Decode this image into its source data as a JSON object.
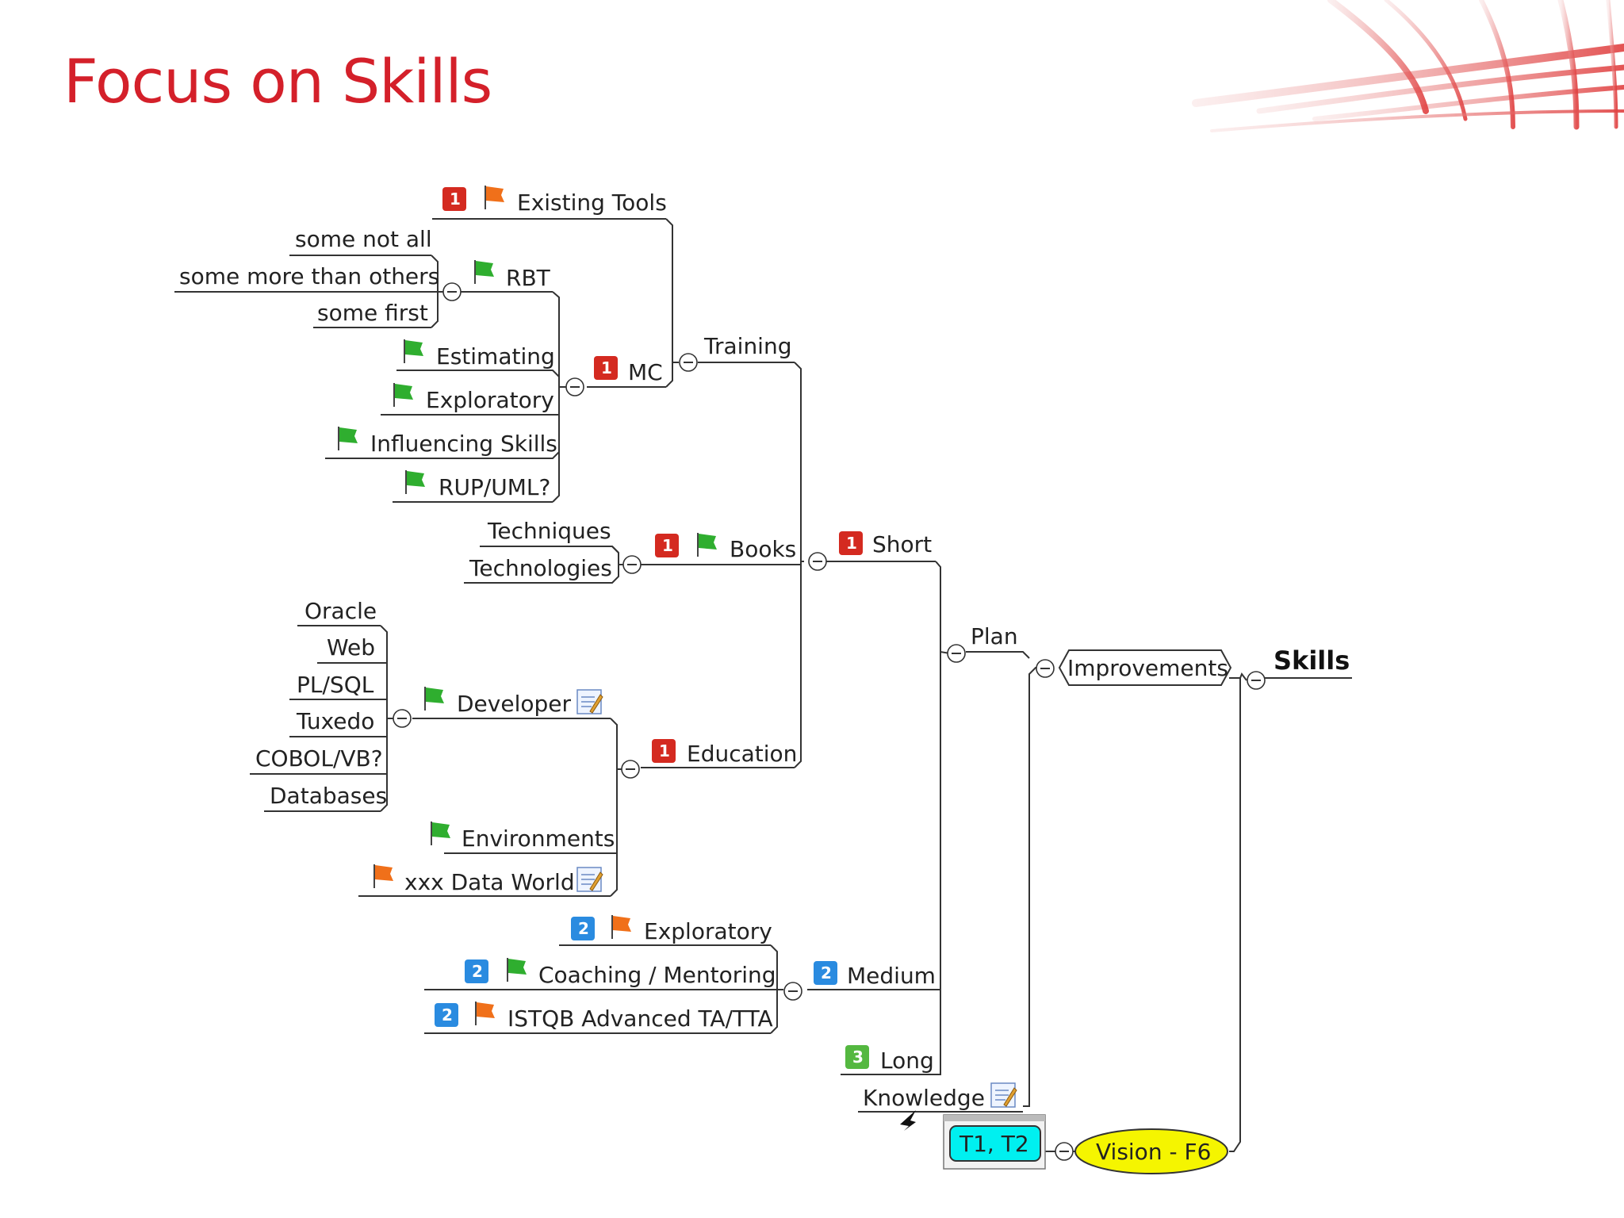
{
  "slide": {
    "title": "Focus on Skills"
  },
  "nodes": {
    "skills": "Skills",
    "improvements": "Improvements",
    "plan": "Plan",
    "short": "Short",
    "training": "Training",
    "mc": "MC",
    "existing_tools": "Existing Tools",
    "rbt": "RBT",
    "some_not_all": "some not all",
    "some_more_than_others": "some more than others",
    "some_first": "some first",
    "estimating": "Estimating",
    "exploratory_mc": "Exploratory",
    "influencing_skills": "Influencing Skills",
    "rup_uml": "RUP/UML?",
    "books": "Books",
    "techniques": "Techniques",
    "technologies": "Technologies",
    "education": "Education",
    "developer": "Developer",
    "oracle": "Oracle",
    "web": "Web",
    "plsql": "PL/SQL",
    "tuxedo": "Tuxedo",
    "cobol_vb": "COBOL/VB?",
    "databases": "Databases",
    "environments": "Environments",
    "data_world": "xxx Data World",
    "medium": "Medium",
    "exploratory_med": "Exploratory",
    "coaching": "Coaching / Mentoring",
    "istqb": "ISTQB Advanced TA/TTA",
    "long": "Long",
    "knowledge": "Knowledge",
    "t1t2": "T1, T2",
    "vision": "Vision - F6"
  },
  "priorities": {
    "one": "1",
    "two": "2",
    "three": "3"
  },
  "colors": {
    "title": "#d42a20",
    "priority_1": "#d42a20",
    "priority_2": "#2a8be0",
    "priority_3": "#54b840",
    "flag_green": "#2fae2f",
    "flag_orange": "#f0701a",
    "t1t2_fill": "#00f0f0",
    "vision_fill": "#f5f500"
  },
  "icons": [
    "priority-1-icon",
    "priority-2-icon",
    "priority-3-icon",
    "green-flag-icon",
    "orange-flag-icon",
    "note-icon",
    "collapse-icon",
    "arrow-icon"
  ]
}
